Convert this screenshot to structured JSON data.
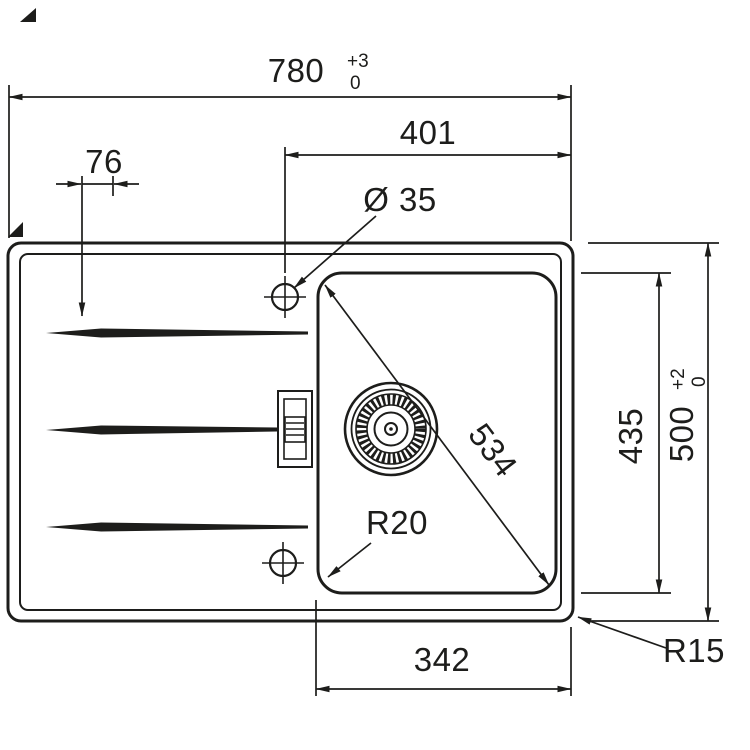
{
  "meta": {
    "background_color": "#ffffff",
    "line_color": "#1d1d1b",
    "drawing_type": "sink-installation-dimensions"
  },
  "dims": {
    "overall_width": "780",
    "overall_width_tol_upper": "+3",
    "overall_width_tol_lower": "0",
    "tap_hole_offset": "401",
    "groove_offset": "76",
    "tap_hole_diameter": "Ø 35",
    "bowl_diagonal": "534",
    "bowl_corner_radius": "R20",
    "bowl_length": "435",
    "overall_depth": "500",
    "overall_depth_tol_upper": "+2",
    "overall_depth_tol_lower": "0",
    "bowl_width": "342",
    "rim_corner_radius": "R15"
  }
}
